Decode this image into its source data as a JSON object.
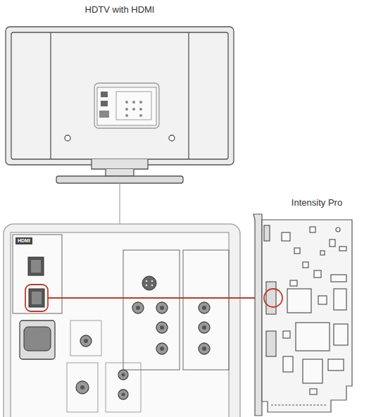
{
  "diagram": {
    "labels": [
      "HDTV with HDMI",
      "Intensity Pro",
      "HDMI"
    ]
  }
}
